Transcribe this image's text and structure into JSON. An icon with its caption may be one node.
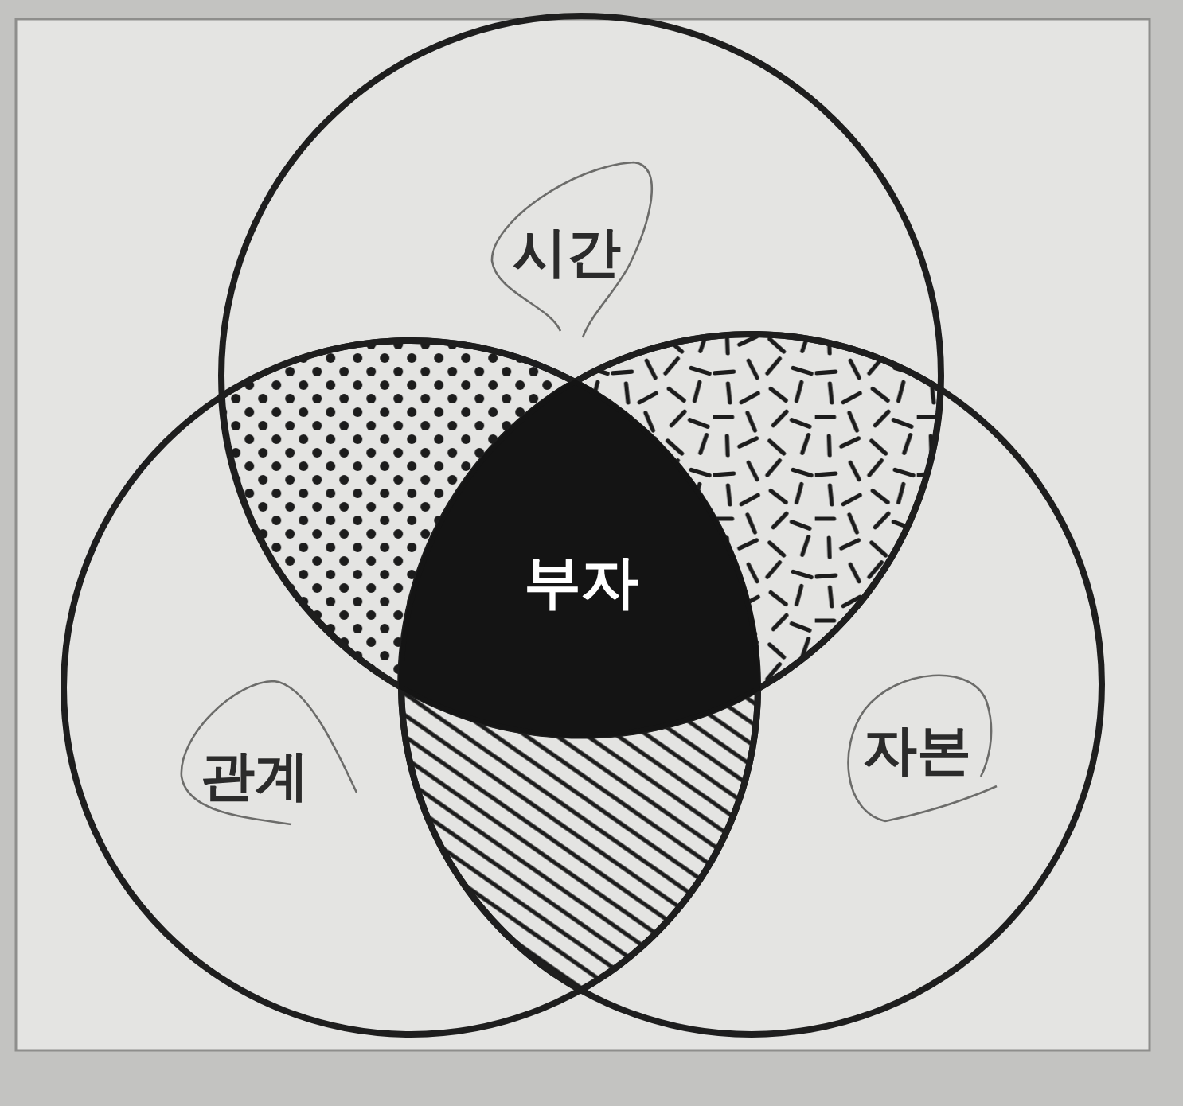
{
  "diagram": {
    "nodes": [
      {
        "text": [
          "시간"
        ]
      },
      {
        "text": [
          "관계"
        ]
      },
      {
        "text": [
          "자본"
        ]
      },
      {
        "text": [
          "부자"
        ]
      },
      {
        "text": [],
        "shape": "lens"
      },
      {
        "text": [],
        "shape": "lens"
      },
      {
        "text": [],
        "shape": "lens"
      }
    ]
  }
}
